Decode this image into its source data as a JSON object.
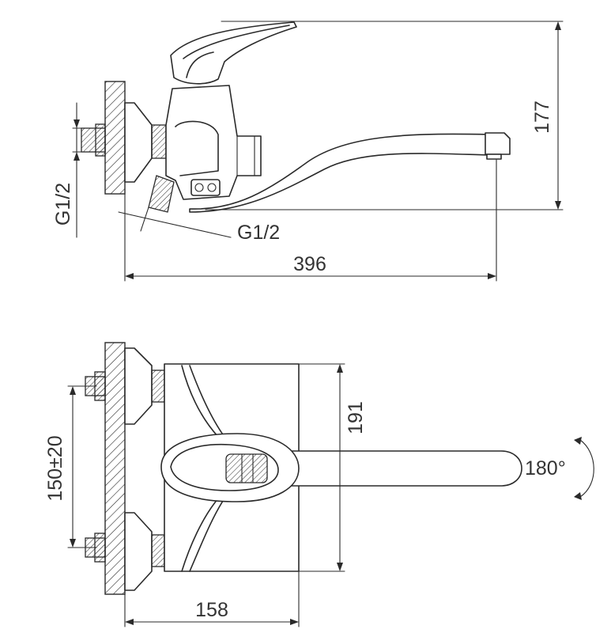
{
  "side_view": {
    "thread_label_vertical": "G1/2",
    "thread_label_horizontal": "G1/2",
    "height_dimension": "177",
    "length_dimension": "396"
  },
  "top_view": {
    "center_distance_dimension": "150±20",
    "depth_dimension": "191",
    "width_dimension": "158",
    "rotation_label": "180°"
  }
}
